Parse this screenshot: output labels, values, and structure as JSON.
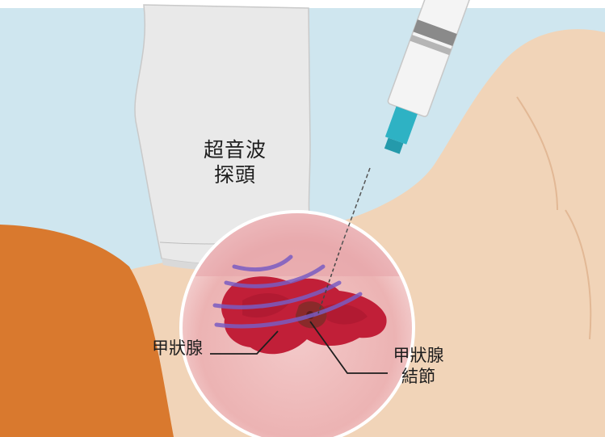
{
  "labels": {
    "probe_line1": "超音波",
    "probe_line2": "探頭",
    "thyroid": "甲狀腺",
    "nodule_line1": "甲狀腺",
    "nodule_line2": "結節"
  },
  "colors": {
    "background": "#cfe6ef",
    "skin": "#f1d4b8",
    "shirt": "#d9792e",
    "probe": "#e9e9e9",
    "thyroid": "#c11f38",
    "nodule": "#8a2a2a",
    "needle_hub": "#2eb2c4",
    "ultrasound_waves": "#7a5cc2"
  }
}
